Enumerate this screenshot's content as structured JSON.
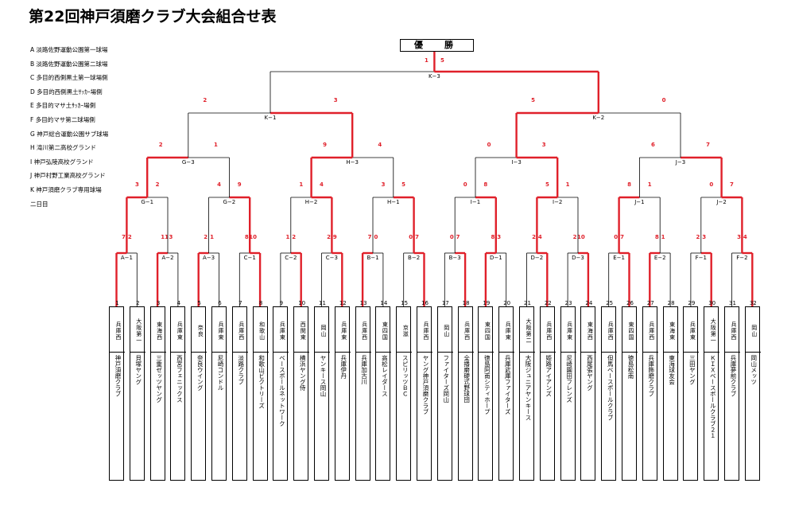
{
  "title": "第22回神戸須磨クラブ大会組合せ表",
  "champion_label": "優　勝",
  "venues": [
    "A 淡路佐野運動公園第一球場",
    "B 淡路佐野運動公園第二球場",
    "C 多目的西側黒土第一球場側",
    "D 多目的西側黒土ｻｯｶｰ場側",
    "E 多目的マサ土ｻｯｶｰ場側",
    "F 多目的マサ第二球場側",
    "G 神戸総合運動公園サブ球場",
    "H 滝川第二高校グランド",
    "I 神戸弘陵高校グランド",
    "J 神戸村野工業高校グランド",
    "K 神戸須磨クラブ専用球場",
    "二日目"
  ],
  "teams": [
    {
      "num": "1",
      "pref": "兵庫西",
      "name": "神戸須磨クラブ"
    },
    {
      "num": "2",
      "pref": "大阪第一",
      "name": "貝塚ヤング"
    },
    {
      "num": "3",
      "pref": "東海西",
      "name": "三重ゼッツヤング"
    },
    {
      "num": "4",
      "pref": "兵庫東",
      "name": "西宮フェニックス"
    },
    {
      "num": "5",
      "pref": "奈良",
      "name": "奈良ウイング"
    },
    {
      "num": "6",
      "pref": "兵庫東",
      "name": "尼崎コンドル"
    },
    {
      "num": "7",
      "pref": "兵庫西",
      "name": "淡路クラブ"
    },
    {
      "num": "8",
      "pref": "和歌山",
      "name": "和歌山ビクトリーズ"
    },
    {
      "num": "9",
      "pref": "兵庫東",
      "name": "ベースボールネットワーク"
    },
    {
      "num": "10",
      "pref": "西関東",
      "name": "横浜ヤング侍"
    },
    {
      "num": "11",
      "pref": "岡山",
      "name": "ヤンキース岡山"
    },
    {
      "num": "12",
      "pref": "兵庫東",
      "name": "兵庫伊丹"
    },
    {
      "num": "13",
      "pref": "兵庫西",
      "name": "兵庫加古川"
    },
    {
      "num": "14",
      "pref": "東四国",
      "name": "高松レイダース"
    },
    {
      "num": "15",
      "pref": "京滋",
      "name": "スピリッツＢＣ"
    },
    {
      "num": "16",
      "pref": "兵庫西",
      "name": "ヤング神戸須磨クラブ"
    },
    {
      "num": "17",
      "pref": "岡山",
      "name": "ファイターズ岡山"
    },
    {
      "num": "18",
      "pref": "兵庫西",
      "name": "全播磨硬式野球団"
    },
    {
      "num": "19",
      "pref": "東四国",
      "name": "徳島阿南シティホープ"
    },
    {
      "num": "20",
      "pref": "兵庫東",
      "name": "兵庫武庫ファイターズ"
    },
    {
      "num": "21",
      "pref": "大阪第二",
      "name": "大阪ジュニアヤンキース"
    },
    {
      "num": "22",
      "pref": "兵庫西",
      "name": "姫路アイアンズ"
    },
    {
      "num": "23",
      "pref": "兵庫東",
      "name": "尼崎園田フレンズ"
    },
    {
      "num": "24",
      "pref": "東海西",
      "name": "西尾張ヤング"
    },
    {
      "num": "25",
      "pref": "兵庫西",
      "name": "但馬ベースボールクラブ"
    },
    {
      "num": "26",
      "pref": "東四国",
      "name": "徳島松南"
    },
    {
      "num": "27",
      "pref": "兵庫西",
      "name": "兵庫飾磨クラブ"
    },
    {
      "num": "28",
      "pref": "東海東",
      "name": "東海球友会"
    },
    {
      "num": "29",
      "pref": "兵庫東",
      "name": "三田ヤング"
    },
    {
      "num": "30",
      "pref": "大阪第一",
      "name": "ＫＩＸベースボールクラブ２１"
    },
    {
      "num": "31",
      "pref": "兵庫西",
      "name": "兵庫夢前クラブ"
    },
    {
      "num": "32",
      "pref": "岡山",
      "name": "岡山メッツ"
    }
  ],
  "round1": [
    {
      "label": "A−1",
      "s1": "7",
      "s2": "2",
      "win": 0
    },
    {
      "label": "A−2",
      "s1": "11",
      "s2": "3",
      "win": 0
    },
    {
      "label": "A−3",
      "s1": "2",
      "s2": "1",
      "win": 0
    },
    {
      "label": "C−1",
      "s1": "8",
      "s2": "10",
      "win": 1
    },
    {
      "label": "C−2",
      "s1": "1",
      "s2": "2",
      "win": 1
    },
    {
      "label": "C−3",
      "s1": "2",
      "s2": "9",
      "win": 1
    },
    {
      "label": "B−1",
      "s1": "7",
      "s2": "0",
      "win": 0
    },
    {
      "label": "B−2",
      "s1": "0",
      "s2": "7",
      "win": 1
    },
    {
      "label": "B−3",
      "s1": "0",
      "s2": "7",
      "win": 1
    },
    {
      "label": "D−1",
      "s1": "8",
      "s2": "3",
      "win": 0
    },
    {
      "label": "D−2",
      "s1": "2",
      "s2": "4",
      "win": 1
    },
    {
      "label": "D−3",
      "s1": "2",
      "s2": "10",
      "win": 1
    },
    {
      "label": "E−1",
      "s1": "0",
      "s2": "7",
      "win": 1
    },
    {
      "label": "E−2",
      "s1": "8",
      "s2": "1",
      "win": 0
    },
    {
      "label": "F−1",
      "s1": "2",
      "s2": "3",
      "win": 1
    },
    {
      "label": "F−2",
      "s1": "3",
      "s2": "4",
      "win": 1
    }
  ],
  "round2": [
    {
      "label": "G−1",
      "s1": "3",
      "s2": "2",
      "win": 0
    },
    {
      "label": "G−2",
      "s1": "4",
      "s2": "9",
      "win": 1
    },
    {
      "label": "H−2",
      "s1": "1",
      "s2": "4",
      "win": 1
    },
    {
      "label": "H−1",
      "s1": "3",
      "s2": "5",
      "win": 1
    },
    {
      "label": "I−1",
      "s1": "0",
      "s2": "8",
      "win": 1
    },
    {
      "label": "I−2",
      "s1": "5",
      "s2": "1",
      "win": 0
    },
    {
      "label": "J−1",
      "s1": "8",
      "s2": "1",
      "win": 0
    },
    {
      "label": "J−2",
      "s1": "0",
      "s2": "7",
      "win": 1
    }
  ],
  "round3": [
    {
      "label": "G−3",
      "s1": "2",
      "s2": "1",
      "win": 0
    },
    {
      "label": "H−3",
      "s1": "9",
      "s2": "4",
      "win": 0
    },
    {
      "label": "I−3",
      "s1": "0",
      "s2": "3",
      "win": 1
    },
    {
      "label": "J−3",
      "s1": "6",
      "s2": "7",
      "win": 1
    }
  ],
  "round4": [
    {
      "label": "K−1",
      "s1": "2",
      "s2": "3",
      "win": 1
    },
    {
      "label": "K−2",
      "s1": "5",
      "s2": "0",
      "win": 0
    }
  ],
  "final": {
    "label": "K−3",
    "s1": "1",
    "s2": "5",
    "win": 1
  },
  "colors": {
    "winner_line": "#e0202a",
    "line": "#000000",
    "score": "#e0202a"
  }
}
